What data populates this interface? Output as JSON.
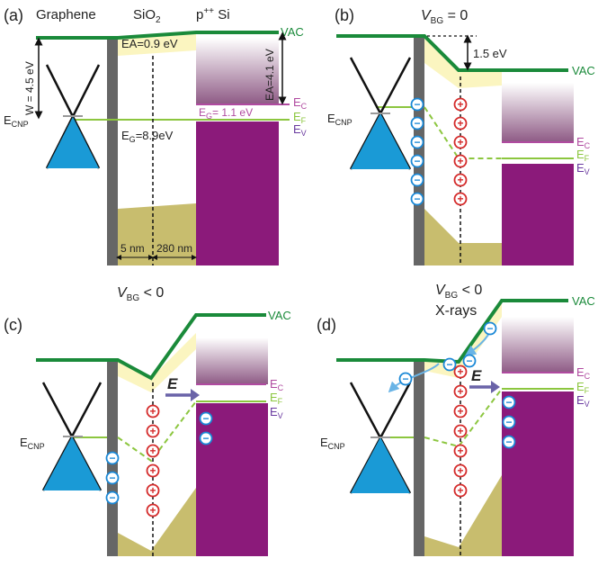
{
  "panels": [
    {
      "id": "a",
      "tag": "(a)",
      "header": {
        "col1": "Graphene",
        "col2": "SiO",
        "col2_sub": "2",
        "col3": "p",
        "col3_sup": "++",
        "col3_tail": " Si"
      },
      "labels": {
        "vac": "VAC",
        "ec": "E",
        "ec_sub": "C",
        "ef": "E",
        "ef_sub": "F",
        "ev": "E",
        "ev_sub": "V",
        "ecnp": "E",
        "ecnp_sub": "CNP",
        "work_function": "W = 4.5 eV",
        "ea_oxide": "EA=0.9 eV",
        "ea_si": "EA=4.1 eV",
        "eg_si": "E",
        "eg_si_sub": "G",
        "eg_si_tail": "= 1.1 eV",
        "eg_oxide": "E",
        "eg_oxide_sub": "G",
        "eg_oxide_tail": "=8.9eV",
        "dim_5nm": "5 nm",
        "dim_280nm": "280 nm"
      }
    },
    {
      "id": "b",
      "tag": "(b)",
      "title": {
        "v": "V",
        "sub": "BG",
        "rest": " = 0"
      },
      "labels": {
        "vac": "VAC",
        "ec": "E",
        "ec_sub": "C",
        "ef": "E",
        "ef_sub": "F",
        "ev": "E",
        "ev_sub": "V",
        "ecnp": "E",
        "ecnp_sub": "CNP",
        "offset": "1.5 eV"
      }
    },
    {
      "id": "c",
      "tag": "(c)",
      "title": {
        "v": "V",
        "sub": "BG",
        "rest": " < 0"
      },
      "labels": {
        "vac": "VAC",
        "ec": "E",
        "ec_sub": "C",
        "ef": "E",
        "ef_sub": "F",
        "ev": "E",
        "ev_sub": "V",
        "ecnp": "E",
        "ecnp_sub": "CNP",
        "field": "E"
      }
    },
    {
      "id": "d",
      "tag": "(d)",
      "title": {
        "v": "V",
        "sub": "BG",
        "rest": " < 0"
      },
      "subtitle": "X-rays",
      "labels": {
        "vac": "VAC",
        "ec": "E",
        "ec_sub": "C",
        "ef": "E",
        "ef_sub": "F",
        "ev": "E",
        "ev_sub": "V",
        "ecnp": "E",
        "ecnp_sub": "CNP",
        "field": "E"
      }
    }
  ],
  "symbols": {
    "plus": "+",
    "minus": "−"
  },
  "colors": {
    "vacuum_level": "#1a8a3a",
    "fermi_level": "#8cc63f",
    "silicon": "#8b1a7a",
    "conduction": "#b04aa0",
    "oxide_bar": "#666666",
    "oxide_fill": "#c8bd6e",
    "cone": "#1a9ad6",
    "hole": "#d42a2a",
    "electron": "#1a88d6",
    "field_arrow": "#6a63a8",
    "yellow_band": "#fbf5c0",
    "ev_label": "#6a3aa0"
  }
}
